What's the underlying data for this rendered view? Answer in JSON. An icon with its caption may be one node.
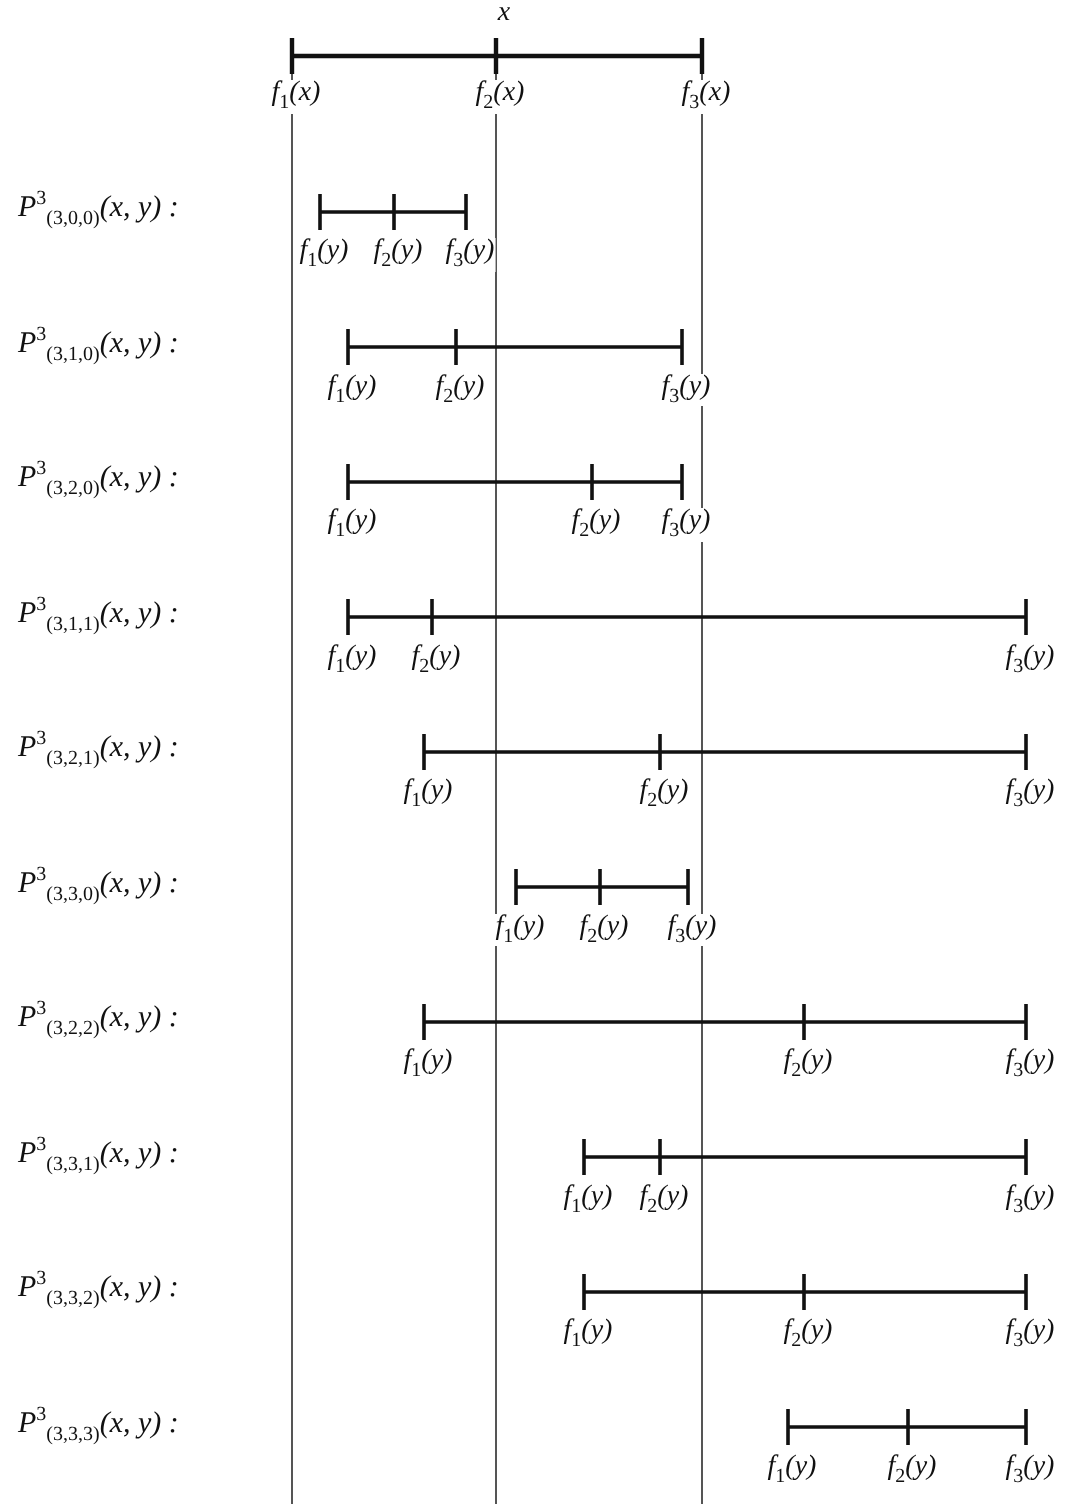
{
  "diagram": {
    "labels": [
      "x",
      "f$_{1}$(x)",
      "f$_{2}$(x)",
      "f$_{3}$(x)",
      "P$^{3}$$_{(3,0,0)}$(x, y) :",
      "f$_{1}$(y)",
      "f$_{2}$(y)",
      "f$_{3}$(y)",
      "P$^{3}$$_{(3,1,0)}$(x, y) :",
      "f$_{1}$(y)",
      "f$_{2}$(y)",
      "f$_{3}$(y)",
      "P$^{3}$$_{(3,2,0)}$(x, y) :",
      "f$_{1}$(y)",
      "f$_{2}$(y)",
      "f$_{3}$(y)",
      "P$^{3}$$_{(3,1,1)}$(x, y) :",
      "f$_{1}$(y)",
      "f$_{2}$(y)",
      "f$_{3}$(y)",
      "P$^{3}$$_{(3,2,1)}$(x, y) :",
      "f$_{1}$(y)",
      "f$_{2}$(y)",
      "f$_{3}$(y)",
      "P$^{3}$$_{(3,3,0)}$(x, y) :",
      "f$_{1}$(y)",
      "f$_{2}$(y)",
      "f$_{3}$(y)",
      "P$^{3}$$_{(3,2,2)}$(x, y) :",
      "f$_{1}$(y)",
      "f$_{2}$(y)",
      "f$_{3}$(y)",
      "P$^{3}$$_{(3,3,1)}$(x, y) :",
      "f$_{1}$(y)",
      "f$_{2}$(y)",
      "f$_{3}$(y)",
      "P$^{3}$$_{(3,3,2)}$(x, y) :",
      "f$_{1}$(y)",
      "f$_{2}$(y)",
      "f$_{3}$(y)",
      "P$^{3}$$_{(3,3,3)}$(x, y) :",
      "f$_{1}$(y)",
      "f$_{2}$(y)",
      "f$_{3}$(y)"
    ]
  }
}
